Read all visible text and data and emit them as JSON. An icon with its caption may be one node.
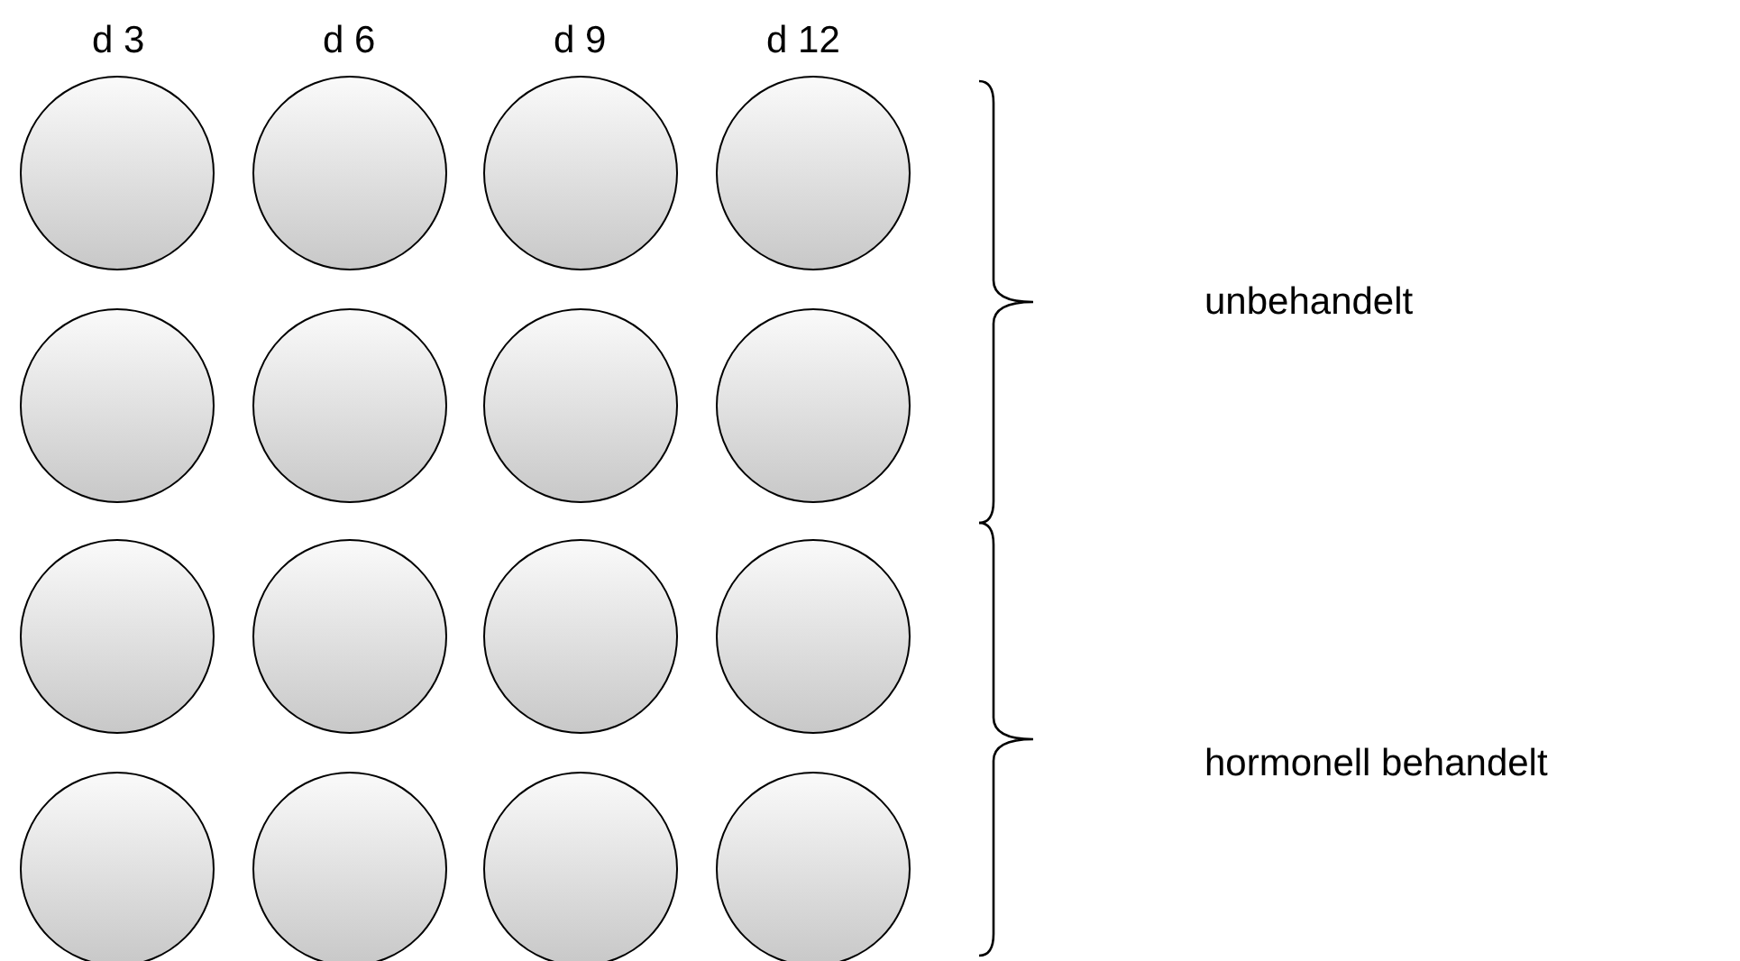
{
  "diagram": {
    "nodes": [
      {
        "text": [],
        "shape": "circle"
      },
      {
        "text": [],
        "shape": "circle"
      },
      {
        "text": [],
        "shape": "circle"
      },
      {
        "text": [],
        "shape": "circle"
      },
      {
        "text": [],
        "shape": "circle"
      },
      {
        "text": [],
        "shape": "circle"
      },
      {
        "text": [],
        "shape": "circle"
      },
      {
        "text": [],
        "shape": "circle"
      },
      {
        "text": [],
        "shape": "circle"
      },
      {
        "text": [],
        "shape": "circle"
      },
      {
        "text": [],
        "shape": "circle"
      },
      {
        "text": [],
        "shape": "circle"
      },
      {
        "text": [],
        "shape": "circle"
      },
      {
        "text": [],
        "shape": "circle"
      },
      {
        "text": [],
        "shape": "circle"
      },
      {
        "text": [],
        "shape": "circle"
      }
    ],
    "labels": [
      "d 3",
      "d 6",
      "d 9",
      "d 12",
      "unbehandelt",
      "hormonell behandelt"
    ]
  }
}
